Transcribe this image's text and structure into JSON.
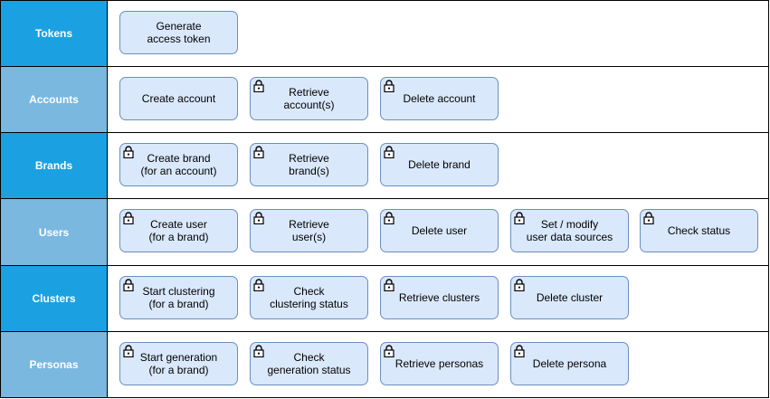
{
  "colors": {
    "label_dark": "#1ba1e2",
    "label_light": "#7ab8e0",
    "button_fill": "#dae8fc",
    "button_border": "#6c8ebf"
  },
  "rows": [
    {
      "label": "Tokens",
      "style": "dark",
      "buttons": [
        {
          "text": "Generate\naccess token",
          "locked": false
        }
      ]
    },
    {
      "label": "Accounts",
      "style": "light",
      "buttons": [
        {
          "text": "Create account",
          "locked": false
        },
        {
          "text": "Retrieve\naccount(s)",
          "locked": true
        },
        {
          "text": "Delete account",
          "locked": true
        }
      ]
    },
    {
      "label": "Brands",
      "style": "dark",
      "buttons": [
        {
          "text": "Create brand\n(for an account)",
          "locked": true
        },
        {
          "text": "Retrieve\nbrand(s)",
          "locked": true
        },
        {
          "text": "Delete brand",
          "locked": true
        }
      ]
    },
    {
      "label": "Users",
      "style": "light",
      "buttons": [
        {
          "text": "Create user\n(for a brand)",
          "locked": true
        },
        {
          "text": "Retrieve\nuser(s)",
          "locked": true
        },
        {
          "text": "Delete user",
          "locked": true
        },
        {
          "text": "Set / modify\nuser data sources",
          "locked": true
        },
        {
          "text": "Check status",
          "locked": true
        }
      ]
    },
    {
      "label": "Clusters",
      "style": "dark",
      "buttons": [
        {
          "text": "Start clustering\n(for a brand)",
          "locked": true
        },
        {
          "text": "Check\nclustering status",
          "locked": true
        },
        {
          "text": "Retrieve clusters",
          "locked": true
        },
        {
          "text": "Delete cluster",
          "locked": true
        }
      ]
    },
    {
      "label": "Personas",
      "style": "light",
      "buttons": [
        {
          "text": "Start generation\n(for a brand)",
          "locked": true
        },
        {
          "text": "Check\ngeneration status",
          "locked": true
        },
        {
          "text": "Retrieve personas",
          "locked": true
        },
        {
          "text": "Delete persona",
          "locked": true
        }
      ]
    }
  ]
}
